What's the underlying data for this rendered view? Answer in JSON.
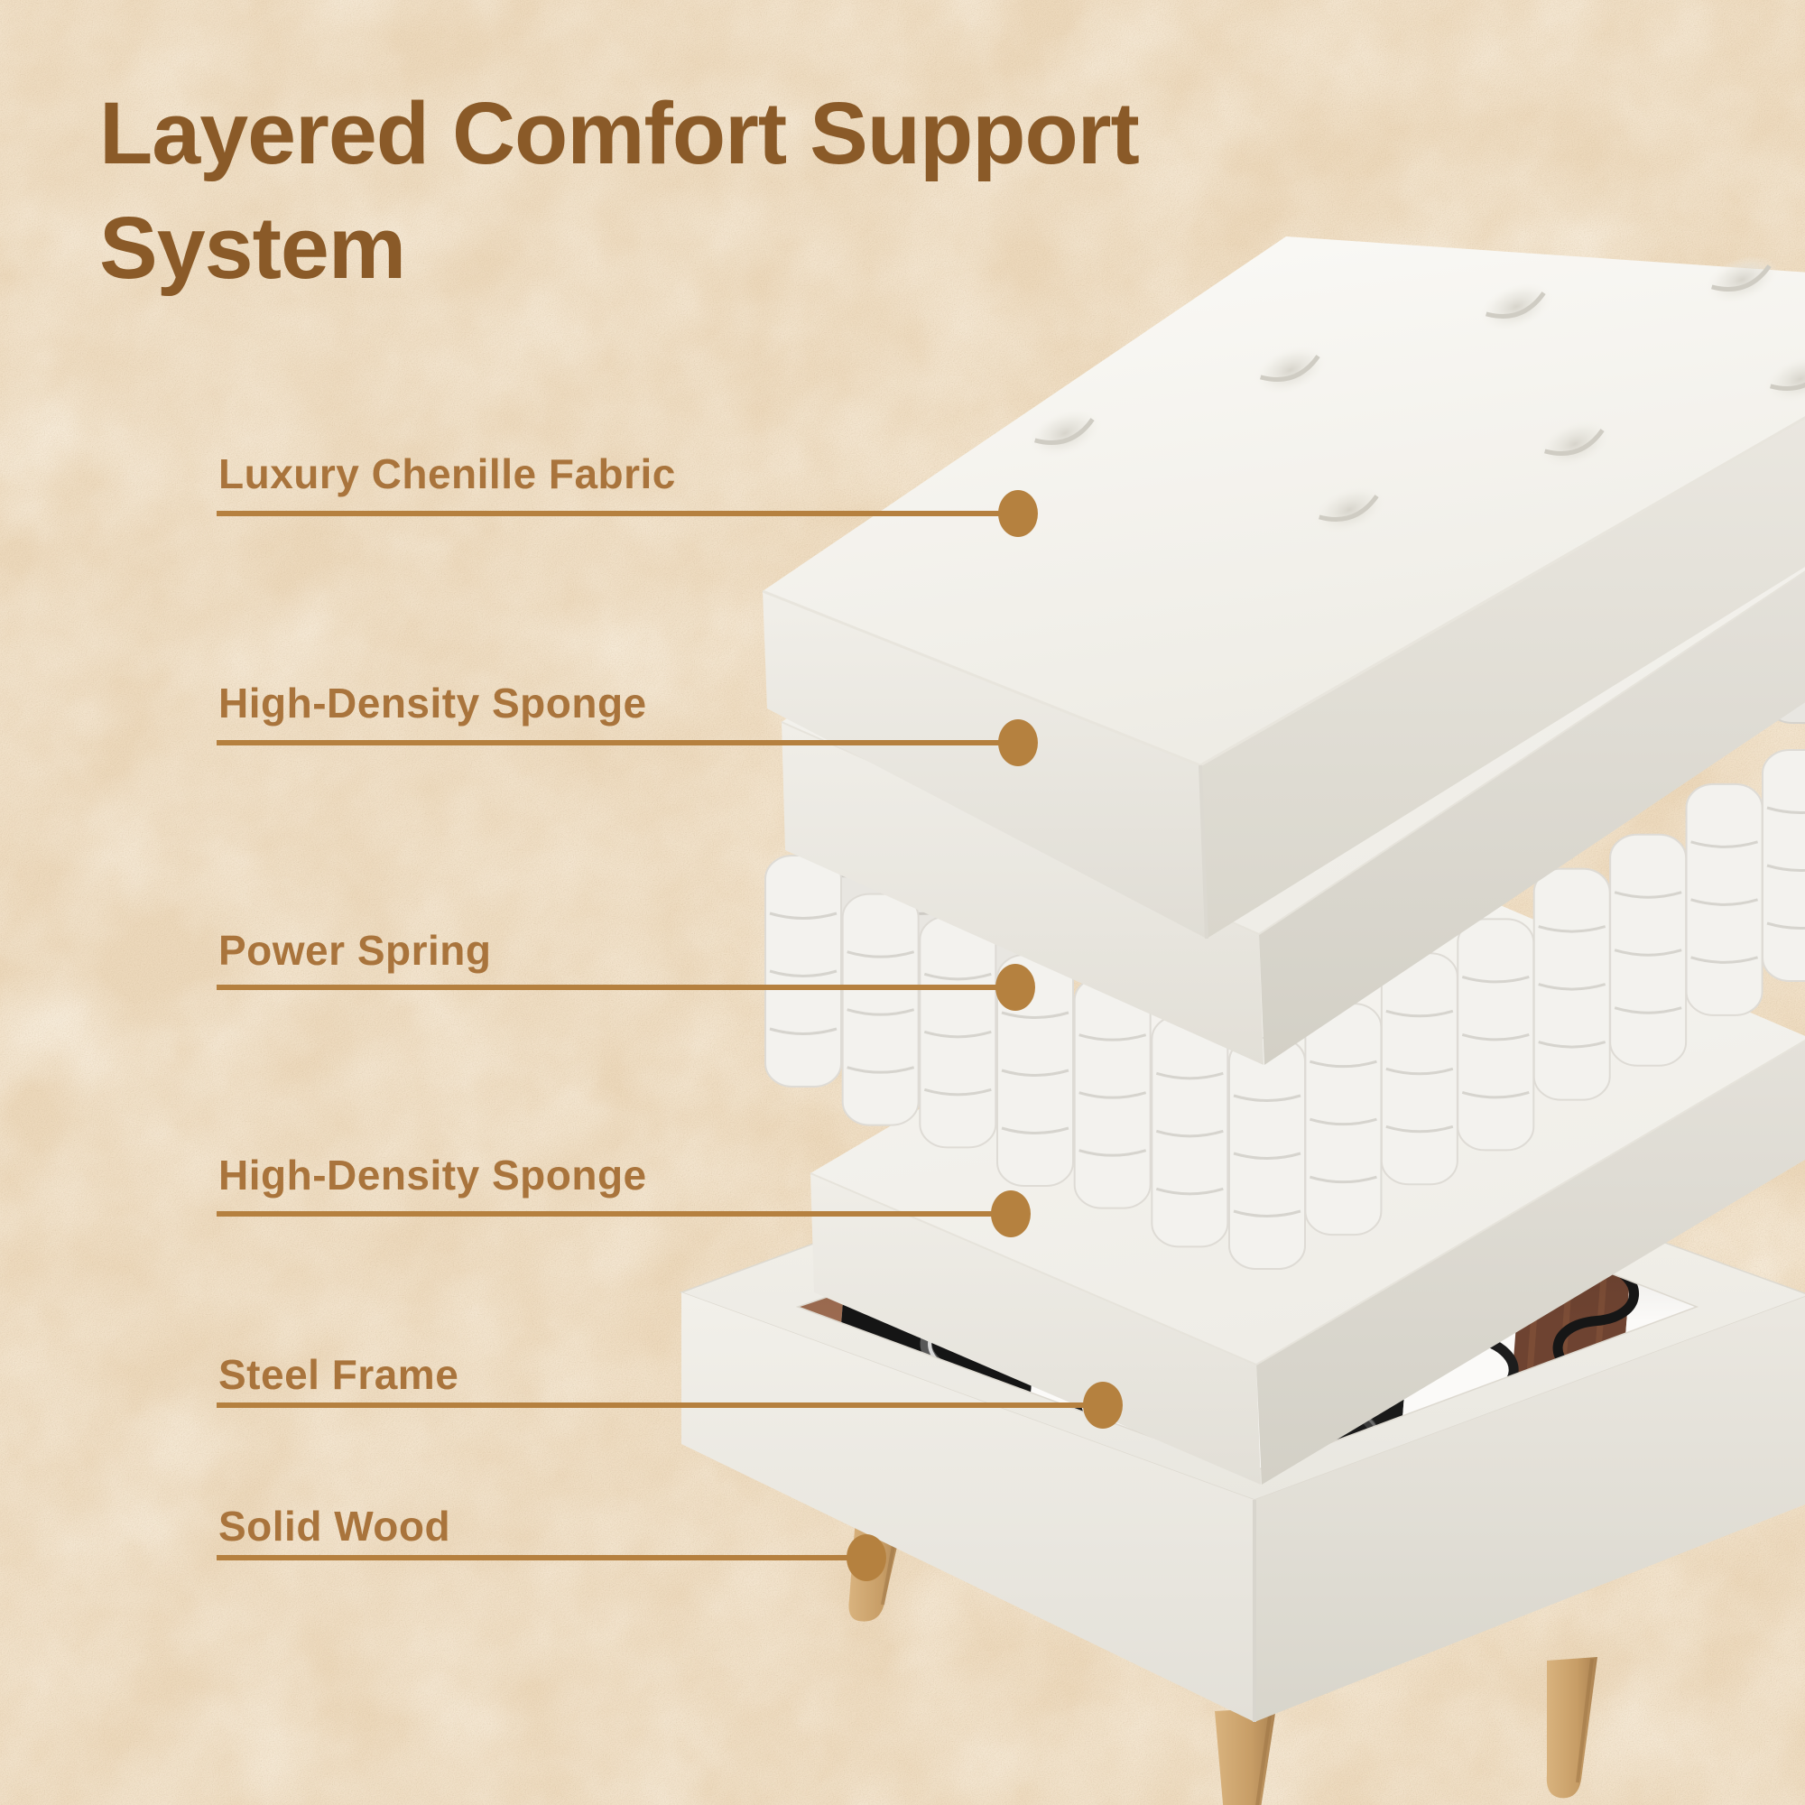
{
  "title": "Layered Comfort Support System",
  "labels": [
    {
      "text": "Luxury Chenille Fabric"
    },
    {
      "text": "High-Density Sponge"
    },
    {
      "text": "Power Spring"
    },
    {
      "text": "High-Density Sponge"
    },
    {
      "text": "Steel Frame"
    },
    {
      "text": "Solid Wood"
    }
  ],
  "diagram": {
    "type": "exploded-product-layers",
    "subject": "upholstered bench cross-section",
    "layers_top_to_bottom": [
      "Luxury Chenille Fabric",
      "High-Density Sponge",
      "Power Spring",
      "High-Density Sponge",
      "Steel Frame",
      "Solid Wood"
    ]
  },
  "colors": {
    "background": "#EDD9BC",
    "title": "#8A5A28",
    "label": "#A9743C",
    "line": "#B5803F",
    "dot": "#B5813F"
  }
}
